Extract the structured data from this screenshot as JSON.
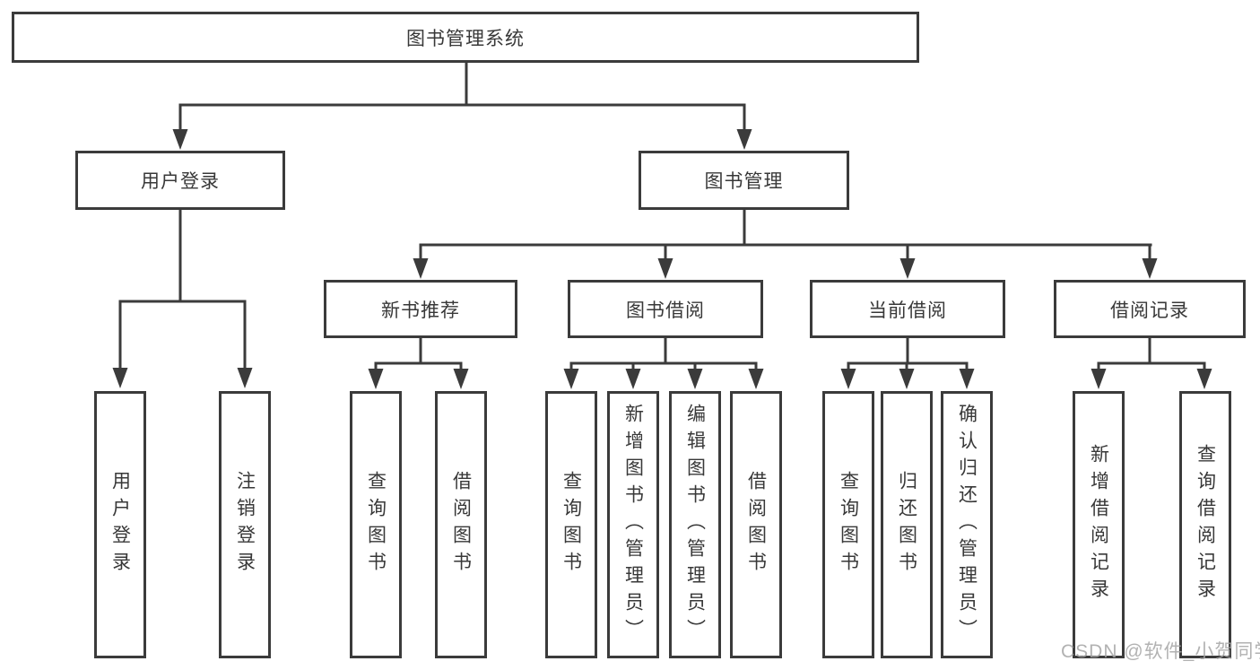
{
  "diagram": {
    "root": {
      "label": "图书管理系统"
    },
    "branches": [
      {
        "label": "用户登录",
        "children": [
          {
            "label": "用户登录"
          },
          {
            "label": "注销登录"
          }
        ]
      },
      {
        "label": "图书管理",
        "children": [
          {
            "label": "新书推荐",
            "children": [
              {
                "label": "查询图书"
              },
              {
                "label": "借阅图书"
              }
            ]
          },
          {
            "label": "图书借阅",
            "children": [
              {
                "label": "查询图书"
              },
              {
                "label": "新增图书（管理员）"
              },
              {
                "label": "编辑图书（管理员）"
              },
              {
                "label": "借阅图书"
              }
            ]
          },
          {
            "label": "当前借阅",
            "children": [
              {
                "label": "查询图书"
              },
              {
                "label": "归还图书"
              },
              {
                "label": "确认归还（管理员）"
              }
            ]
          },
          {
            "label": "借阅记录",
            "children": [
              {
                "label": "新增借阅记录"
              },
              {
                "label": "查询借阅记录"
              }
            ]
          }
        ]
      }
    ]
  },
  "watermark": {
    "text": "CSDN @软件_小贺同学"
  },
  "colors": {
    "line": "#3b3b3b",
    "box_border": "#3b3b3b",
    "text": "#383838",
    "watermark": "#a4a4a4",
    "background": "#ffffff"
  }
}
